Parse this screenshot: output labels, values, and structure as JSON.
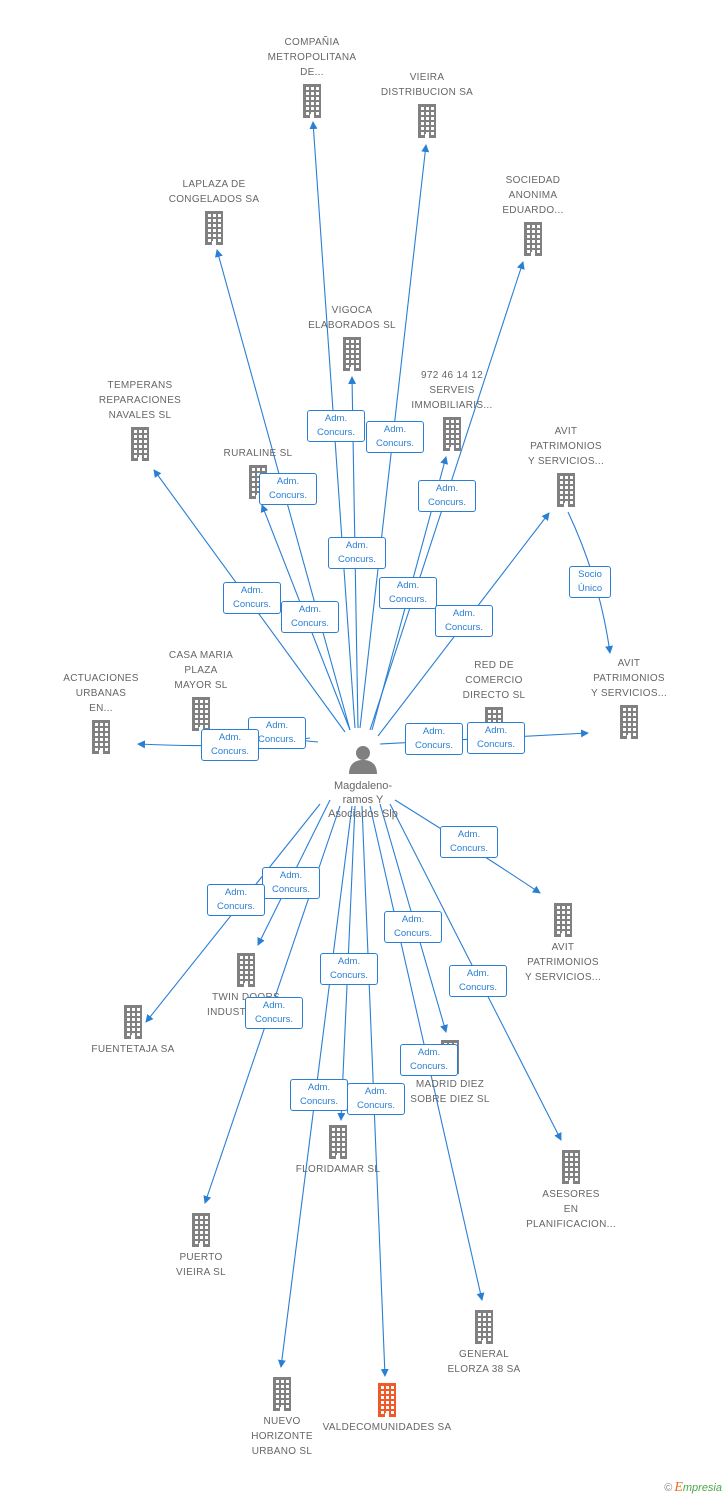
{
  "center": {
    "label": "Magdaleno-\nramos Y\nAsociados Slp"
  },
  "nodes": [
    {
      "label": "COMPAÑIA\nMETROPOLITANA\nDE...",
      "color": "#808080"
    },
    {
      "label": "VIEIRA\nDISTRIBUCION SA",
      "color": "#808080"
    },
    {
      "label": "LAPLAZA DE\nCONGELADOS SA",
      "color": "#808080"
    },
    {
      "label": "SOCIEDAD\nANONIMA\nEDUARDO...",
      "color": "#808080"
    },
    {
      "label": "VIGOCA\nELABORADOS SL",
      "color": "#808080"
    },
    {
      "label": "972 46 14 12\nSERVEIS\nIMMOBILIARIS...",
      "color": "#808080"
    },
    {
      "label": "TEMPERANS\nREPARACIONES\nNAVALES SL",
      "color": "#808080"
    },
    {
      "label": "RURALINE SL",
      "color": "#808080"
    },
    {
      "label": "AVIT\nPATRIMONIOS\nY SERVICIOS...",
      "color": "#808080"
    },
    {
      "label": "AVIT\nPATRIMONIOS\nY SERVICIOS...",
      "color": "#808080"
    },
    {
      "label": "CASA MARIA\nPLAZA\nMAYOR SL",
      "color": "#808080"
    },
    {
      "label": "ACTUACIONES\nURBANAS\nEN...",
      "color": "#808080"
    },
    {
      "label": "RED DE\nCOMERCIO\nDIRECTO SL",
      "color": "#808080"
    },
    {
      "label": "AVIT\nPATRIMONIOS\nY SERVICIOS...",
      "color": "#808080"
    },
    {
      "label": "TWIN DOORS\nINDUSTRIAL SL",
      "color": "#808080"
    },
    {
      "label": "FUENTETAJA SA",
      "color": "#808080"
    },
    {
      "label": "MADRID DIEZ\nSOBRE DIEZ SL",
      "color": "#808080"
    },
    {
      "label": "FLORIDAMAR SL",
      "color": "#808080"
    },
    {
      "label": "ASESORES\nEN\nPLANIFICACION...",
      "color": "#808080"
    },
    {
      "label": "PUERTO\nVIEIRA SL",
      "color": "#808080"
    },
    {
      "label": "GENERAL\nELORZA 38 SA",
      "color": "#808080"
    },
    {
      "label": "NUEVO\nHORIZONTE\nURBANO SL",
      "color": "#808080"
    },
    {
      "label": "VALDECOMUNIDADES SA",
      "color": "#f05a28"
    }
  ],
  "edge_label": "Adm.\nConcurs.",
  "socio_label": "Socio\nÚnico",
  "edge_color": "#2a7fd4",
  "credit": {
    "copyright": "©",
    "brand_e": "E",
    "brand_rest": "mpresia"
  }
}
